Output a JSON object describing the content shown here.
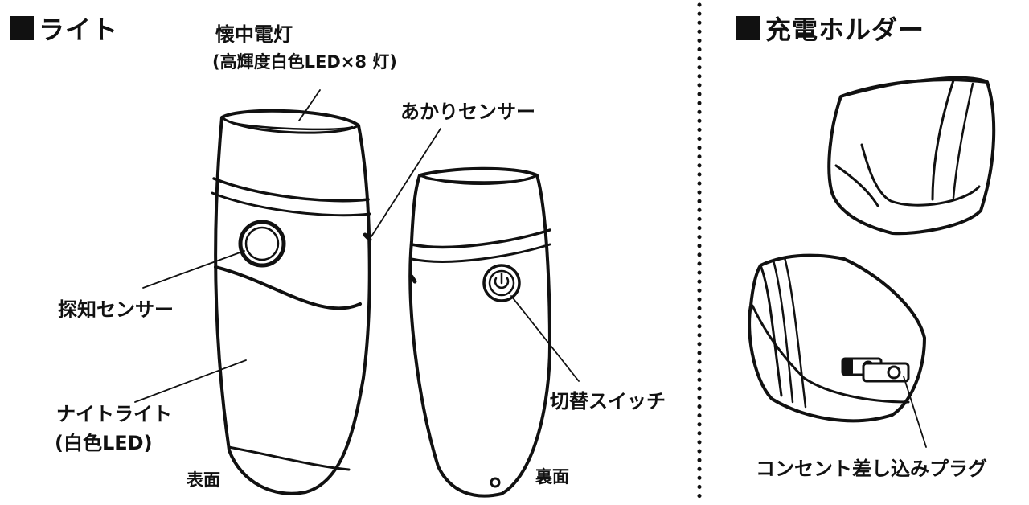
{
  "sections": {
    "light": "ライト",
    "holder": "充電ホルダー"
  },
  "labels": {
    "flashlight": "懐中電灯",
    "flashlight_detail": "(高輝度白色LED×8 灯)",
    "light_sensor": "あかりセンサー",
    "detect_sensor": "探知センサー",
    "night_light": "ナイトライト",
    "night_light_detail": "(白色LED)",
    "front": "表面",
    "back": "裏面",
    "switch": "切替スイッチ",
    "plug": "コンセント差し込みプラグ"
  }
}
